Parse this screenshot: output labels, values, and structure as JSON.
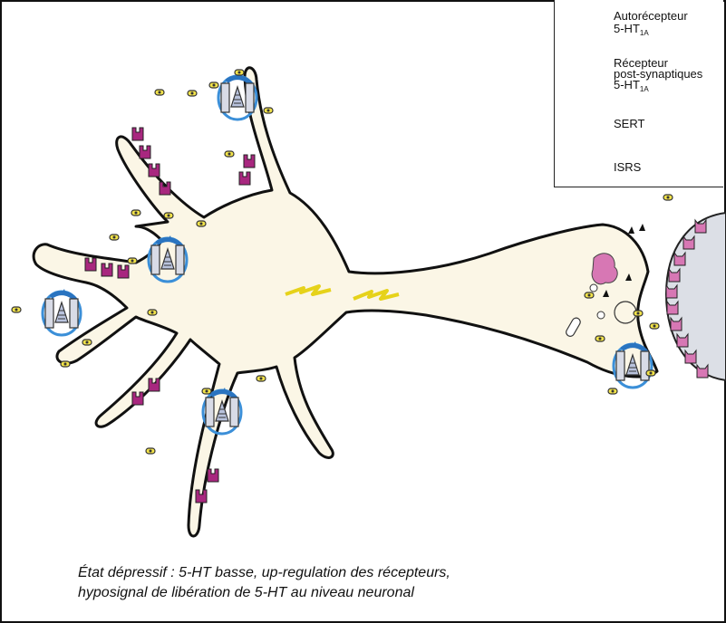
{
  "legend": {
    "autoreceptor_line1": "Autorécepteur",
    "autoreceptor_line2": "5-HT",
    "autoreceptor_sub": "1A",
    "postsyn_line1": "Récepteur",
    "postsyn_line2": "post-synaptiques",
    "postsyn_line3": "5-HT",
    "postsyn_sub": "1A",
    "sert": "SERT",
    "isrs": "ISRS"
  },
  "caption": {
    "line1": "État dépressif : 5-HT basse, up-regulation des récepteurs,",
    "line2": "hyposignal de libération de 5-HT au niveau neuronal"
  },
  "colors": {
    "neuron_fill": "#fbf6e6",
    "autoreceptor": "#a8277f",
    "postsyn_receptor": "#d777b4",
    "sert_arrow": "#3b8fd8",
    "serotonin": "#f2e34a",
    "isrs": "#7cd6c6",
    "postsyn_cell": "#dcdfe6"
  }
}
